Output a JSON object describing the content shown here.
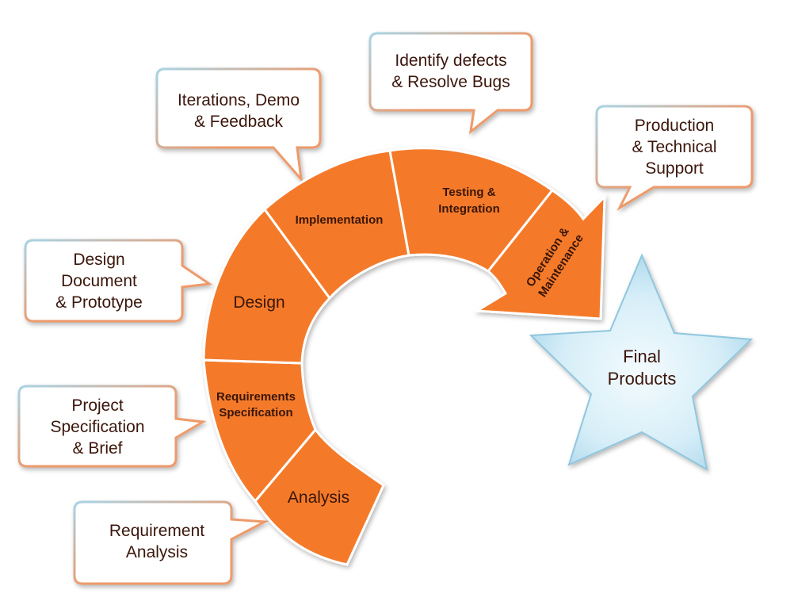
{
  "stages": [
    {
      "id": "analysis",
      "label": "Analysis"
    },
    {
      "id": "requirements",
      "label_lines": [
        "Requirements",
        "Specification"
      ]
    },
    {
      "id": "design",
      "label": "Design"
    },
    {
      "id": "implementation",
      "label": "Implementation"
    },
    {
      "id": "testing",
      "label_lines": [
        "Testing &",
        "Integration"
      ]
    },
    {
      "id": "operation",
      "label_lines": [
        "Operation &",
        "Maintenance"
      ]
    }
  ],
  "callouts": [
    {
      "id": "requirement-analysis",
      "lines": [
        "Requirement",
        "Analysis"
      ]
    },
    {
      "id": "project-specification",
      "lines": [
        "Project",
        "Specification",
        "& Brief"
      ]
    },
    {
      "id": "design-document",
      "lines": [
        "Design",
        "Document",
        "& Prototype"
      ]
    },
    {
      "id": "iterations",
      "lines": [
        "Iterations, Demo",
        "& Feedback"
      ]
    },
    {
      "id": "identify-defects",
      "lines": [
        "Identify defects",
        "& Resolve Bugs"
      ]
    },
    {
      "id": "production-support",
      "lines": [
        "Production",
        "& Technical",
        "Support"
      ]
    }
  ],
  "final": {
    "lines": [
      "Final",
      "Products"
    ]
  },
  "colors": {
    "segment_fill": "#F47A2B",
    "text": "#3a1608",
    "callout_border_orange": "#EE9A6A",
    "callout_border_blue": "#A8D4E6",
    "star_fill_light": "#EAF6FB",
    "star_fill_dark": "#B9DFEF"
  }
}
